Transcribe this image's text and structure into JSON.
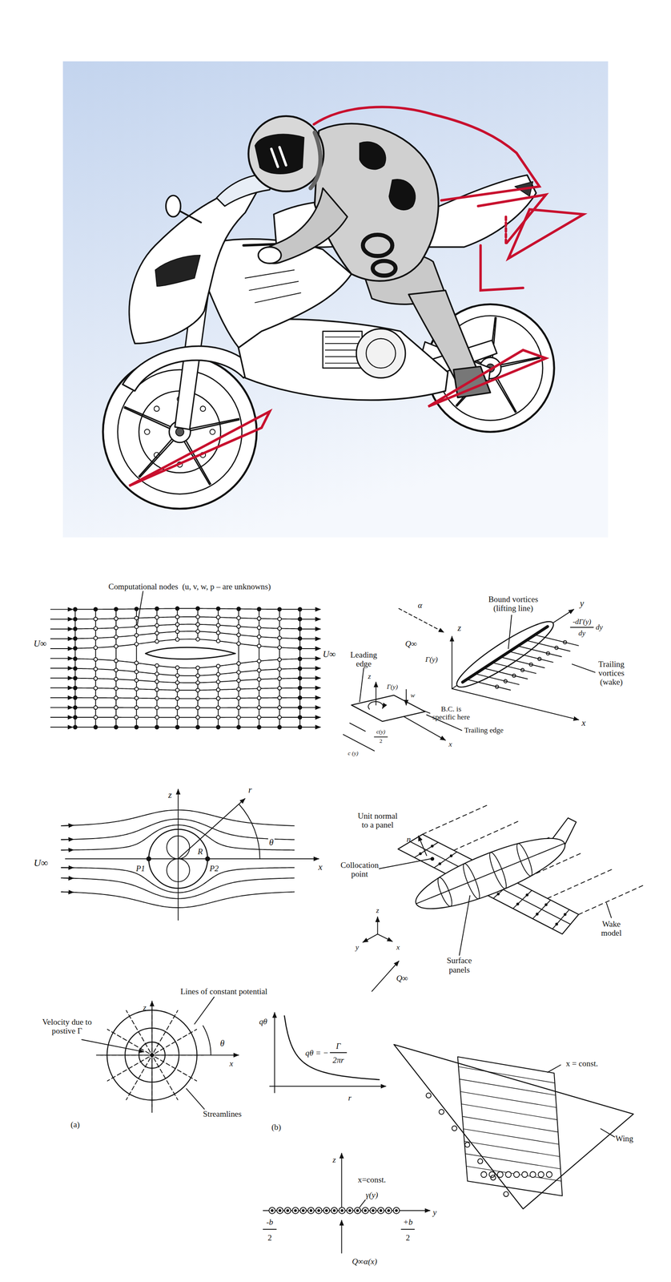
{
  "diagram": {
    "labels": [
      "Computational nodes  (u, v, w, p – are unknowns)",
      "U∞",
      "U∞",
      "Bound vortices (lifting line)",
      "y",
      "z",
      "α",
      "Q∞",
      "Γ(y)",
      "-dΓ(y)",
      "dy",
      "dy",
      "Trailing vortices (wake)",
      "x",
      "Leading edge",
      "z",
      "Γ(y)",
      "w",
      "B.C. is specific here",
      "Trailing edge",
      "c(y)",
      "2",
      "c (y)",
      "x",
      "z",
      "r",
      "R",
      "θ",
      "U∞",
      "P1",
      "P2",
      "x",
      "Unit normal to a panel",
      "n",
      "Collocation point",
      "Wake model",
      "z",
      "y",
      "x",
      "Surface panels",
      "Q∞",
      "Lines of constant potential",
      "Velocity due to postive Γ",
      "z",
      "θ",
      "x",
      "Streamlines",
      "(a)",
      "qθ",
      "qθ = −",
      "Γ",
      "2πr",
      "r",
      "(b)",
      "x = const.",
      "Wing",
      "z",
      "x=const.",
      "γ(y)",
      "-b",
      "2",
      "+b",
      "2",
      "y",
      "Q∞α(x)"
    ]
  }
}
